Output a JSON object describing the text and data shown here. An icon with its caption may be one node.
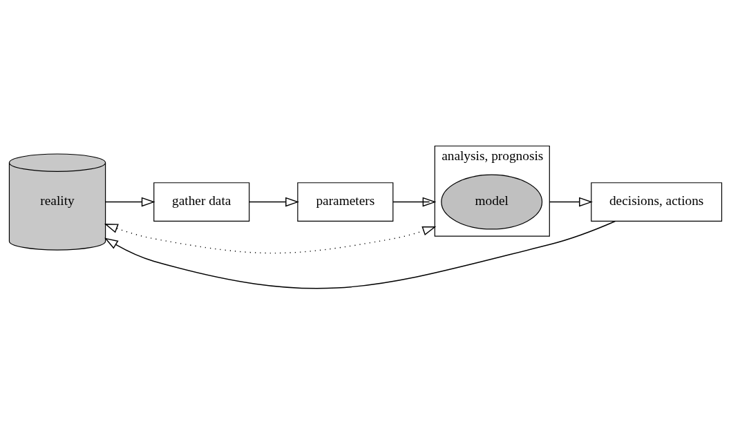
{
  "diagram": {
    "nodes": [
      {
        "text": [
          "reality"
        ]
      },
      {
        "text": [
          "gather data"
        ]
      },
      {
        "text": [
          "parameters"
        ]
      },
      {
        "text": [
          "analysis, prognosis"
        ]
      },
      {
        "text": [
          "model"
        ],
        "in": 3
      },
      {
        "text": [
          "decisions, actions"
        ]
      }
    ],
    "edges": [
      {
        "from": 0,
        "to": 1,
        "arrow": "to"
      },
      {
        "from": 1,
        "to": 2,
        "arrow": "to"
      },
      {
        "from": 2,
        "to": 3,
        "arrow": "to"
      },
      {
        "from": 3,
        "to": 5,
        "arrow": "to"
      },
      {
        "from": 5,
        "to": 0,
        "arrow": "to"
      },
      {
        "from": 0,
        "to": 3,
        "arrow": "both",
        "style": "dashed"
      }
    ]
  }
}
